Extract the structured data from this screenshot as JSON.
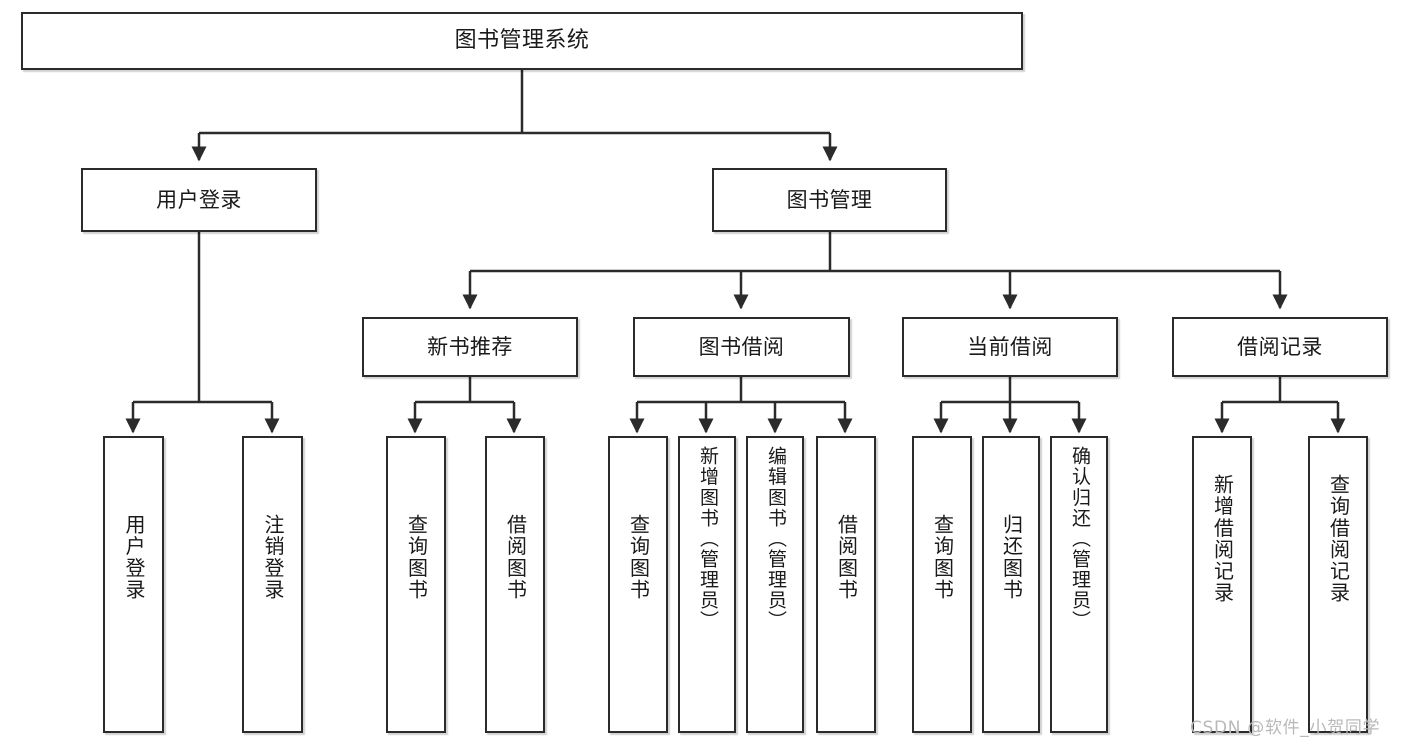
{
  "diagram": {
    "title": "图书管理系统",
    "type": "tree",
    "watermark": "CSDN @软件_小贺同学",
    "colors": {
      "node_border": "#2b2b2b",
      "node_fill": "#ffffff",
      "edge": "#2b2b2b",
      "watermark": "#b9b9b9",
      "background": "#ffffff"
    },
    "nodes": {
      "root": {
        "label": "图书管理系统"
      },
      "level2": [
        {
          "id": "user-login",
          "label": "用户登录"
        },
        {
          "id": "book-manage",
          "label": "图书管理"
        }
      ],
      "level3": [
        {
          "id": "new-book-recommend",
          "label": "新书推荐"
        },
        {
          "id": "book-borrow",
          "label": "图书借阅"
        },
        {
          "id": "current-borrow",
          "label": "当前借阅"
        },
        {
          "id": "borrow-record",
          "label": "借阅记录"
        }
      ],
      "leaves": [
        {
          "id": "leaf-user-login",
          "label": "用户登录",
          "parent": "user-login"
        },
        {
          "id": "leaf-user-logout",
          "label": "注销登录",
          "parent": "user-login"
        },
        {
          "id": "leaf-query-book-1",
          "label": "查询图书",
          "parent": "new-book-recommend"
        },
        {
          "id": "leaf-borrow-book-1",
          "label": "借阅图书",
          "parent": "new-book-recommend"
        },
        {
          "id": "leaf-query-book-2",
          "label": "查询图书",
          "parent": "book-borrow"
        },
        {
          "id": "leaf-add-book",
          "label": "新增图书（管理员）",
          "parent": "book-borrow"
        },
        {
          "id": "leaf-edit-book",
          "label": "编辑图书（管理员）",
          "parent": "book-borrow"
        },
        {
          "id": "leaf-borrow-book-2",
          "label": "借阅图书",
          "parent": "book-borrow"
        },
        {
          "id": "leaf-query-book-3",
          "label": "查询图书",
          "parent": "current-borrow"
        },
        {
          "id": "leaf-return-book",
          "label": "归还图书",
          "parent": "current-borrow"
        },
        {
          "id": "leaf-confirm-return",
          "label": "确认归还（管理员）",
          "parent": "current-borrow"
        },
        {
          "id": "leaf-add-record",
          "label": "新增借阅记录",
          "parent": "borrow-record"
        },
        {
          "id": "leaf-query-record",
          "label": "查询借阅记录",
          "parent": "borrow-record"
        }
      ]
    }
  }
}
